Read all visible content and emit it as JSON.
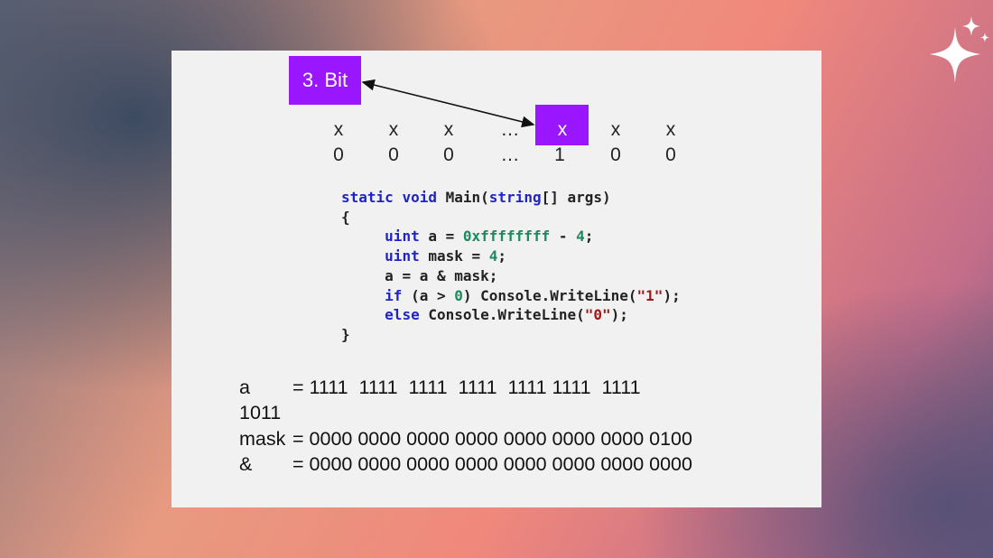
{
  "bit_label": "3. Bit",
  "bits_top": [
    "x",
    "x",
    "x",
    "…",
    "x",
    "x",
    "x"
  ],
  "bits_bottom": [
    "0",
    "0",
    "0",
    "…",
    "1",
    "0",
    "0"
  ],
  "code": {
    "line1_kw1": "static",
    "line1_kw2": "void",
    "line1_name": "Main(",
    "line1_kw3": "string",
    "line1_rest": "[] args)",
    "open_brace": "{",
    "line2_kw": "uint",
    "line2_mid": " a = ",
    "line2_num": "0xffffffff",
    "line2_op": " - ",
    "line2_num2": "4",
    "line2_end": ";",
    "line3_kw": "uint",
    "line3_mid": " mask = ",
    "line3_num": "4",
    "line3_end": ";",
    "line4": "a = a & mask;",
    "line5_kw": "if",
    "line5_a": " (a > ",
    "line5_num": "0",
    "line5_b": ") Console.WriteLine(",
    "line5_str": "\"1\"",
    "line5_end": ");",
    "line6_kw": "else",
    "line6_a": " Console.WriteLine(",
    "line6_str": "\"0\"",
    "line6_end": ");",
    "close_brace": "}"
  },
  "binary": {
    "a_label": "a",
    "a_value": "= 1111  1111  1111  1111  1111 1111  1111",
    "a_cont": "1011",
    "mask_label": "mask",
    "mask_value": "= 0000 0000 0000 0000 0000 0000 0000 0100",
    "and_label": "&",
    "and_value": "= 0000 0000 0000 0000 0000 0000 0000 0000"
  },
  "colors": {
    "accent_purple": "#9a16ff",
    "keyword_blue": "#1f24c6",
    "number_green": "#1c8a5c",
    "string_red": "#a01818"
  }
}
